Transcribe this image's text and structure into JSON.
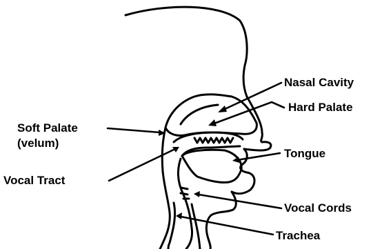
{
  "diagram": {
    "labels": {
      "nasal_cavity": "Nasal Cavity",
      "hard_palate": "Hard Palate",
      "soft_palate_line1": "Soft Palate",
      "soft_palate_line2": "(velum)",
      "tongue": "Tongue",
      "vocal_tract": "Vocal Tract",
      "vocal_cords": "Vocal Cords",
      "trachea": "Trachea"
    },
    "colors": {
      "ink": "#000000",
      "background": "#ffffff"
    }
  }
}
